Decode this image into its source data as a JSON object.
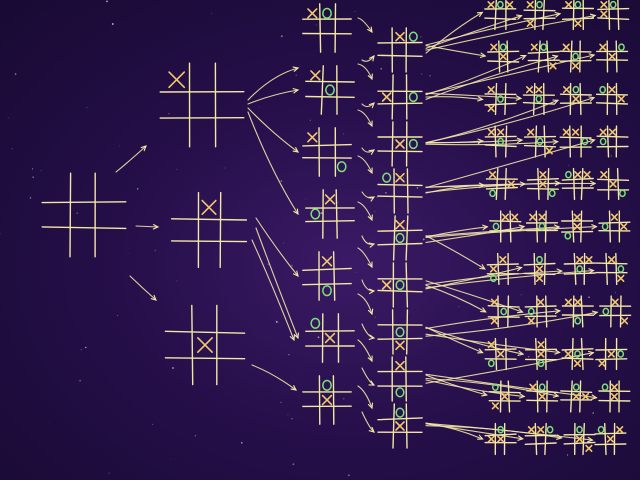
{
  "diagram": {
    "type": "tic-tac-toe game tree",
    "colors": {
      "background": "#260f4a",
      "grid": "#f3e7a6",
      "x_mark": "#f2c86c",
      "o_mark": "#7be07a",
      "arrows": "#f3e7a6"
    },
    "levels": [
      {
        "depth": 0,
        "boards": [
          {
            "cells": [
              "",
              "",
              "",
              "",
              "",
              "",
              "",
              "",
              ""
            ]
          }
        ]
      },
      {
        "depth": 1,
        "boards": [
          {
            "cells": [
              "X",
              "",
              "",
              "",
              "",
              "",
              "",
              "",
              ""
            ]
          },
          {
            "cells": [
              "",
              "X",
              "",
              "",
              "",
              "",
              "",
              "",
              ""
            ]
          },
          {
            "cells": [
              "",
              "",
              "",
              "",
              "X",
              "",
              "",
              "",
              ""
            ]
          }
        ]
      },
      {
        "depth": 2,
        "boards": [
          {
            "cells": [
              "X",
              "O",
              "",
              "",
              "",
              "",
              "",
              "",
              ""
            ]
          },
          {
            "cells": [
              "X",
              "",
              "",
              "",
              "O",
              "",
              "",
              "",
              ""
            ]
          },
          {
            "cells": [
              "X",
              "",
              "",
              "",
              "",
              "",
              "",
              "",
              "O"
            ]
          },
          {
            "cells": [
              "",
              "X",
              "",
              "O",
              "",
              "",
              "",
              "",
              ""
            ]
          },
          {
            "cells": [
              "",
              "X",
              "",
              "",
              "",
              "",
              "",
              "O",
              ""
            ]
          },
          {
            "cells": [
              "O",
              "",
              "",
              "",
              "X",
              "",
              "",
              "",
              ""
            ]
          },
          {
            "cells": [
              "",
              "O",
              "",
              "",
              "X",
              "",
              "",
              "",
              ""
            ]
          }
        ]
      },
      {
        "depth": 3,
        "boards": [
          {
            "cells": [
              "",
              "X",
              "O",
              "",
              "",
              "",
              "",
              "",
              ""
            ]
          },
          {
            "cells": [
              "",
              "",
              "",
              "X",
              "",
              "O",
              "",
              "",
              ""
            ]
          },
          {
            "cells": [
              "",
              "",
              "",
              "",
              "X",
              "O",
              "",
              "",
              ""
            ]
          },
          {
            "cells": [
              "O",
              "X",
              "",
              "",
              "",
              "",
              "",
              "",
              ""
            ]
          },
          {
            "cells": [
              "",
              "X",
              "",
              "",
              "O",
              "",
              "",
              "",
              ""
            ]
          },
          {
            "cells": [
              "",
              "",
              "",
              "X",
              "O",
              "",
              "",
              "",
              ""
            ]
          },
          {
            "cells": [
              "",
              "",
              "",
              "",
              "O",
              "",
              "",
              "X",
              ""
            ]
          },
          {
            "cells": [
              "",
              "X",
              "",
              "",
              "",
              "",
              "",
              "O",
              ""
            ]
          },
          {
            "cells": [
              "",
              "O",
              "",
              "",
              "X",
              "",
              "",
              "",
              ""
            ]
          }
        ]
      },
      {
        "depth": 4,
        "columns": 4,
        "rows": 11,
        "boards": [
          {
            "cells": [
              "X",
              "O",
              "X",
              "",
              "",
              "",
              "",
              "",
              ""
            ]
          },
          {
            "cells": [
              "X",
              "O",
              "",
              "",
              "",
              "",
              "X",
              "",
              ""
            ]
          },
          {
            "cells": [
              "X",
              "O",
              "",
              "",
              "",
              "",
              "",
              "X",
              ""
            ]
          },
          {
            "cells": [
              "X",
              "O",
              "",
              "X",
              "",
              "",
              "",
              "",
              ""
            ]
          },
          {
            "cells": [
              "X",
              "O",
              "",
              "",
              "X",
              "",
              "",
              "",
              ""
            ]
          },
          {
            "cells": [
              "X",
              "O",
              "",
              "",
              "",
              "",
              "",
              "",
              "X"
            ]
          },
          {
            "cells": [
              "X",
              "",
              "",
              "",
              "O",
              "",
              "",
              "X",
              ""
            ]
          },
          {
            "cells": [
              "X",
              "",
              "O",
              "",
              "X",
              "",
              "",
              "",
              ""
            ]
          },
          {
            "cells": [
              "X",
              "",
              "",
              "",
              "O",
              "",
              "X",
              "",
              ""
            ]
          },
          {
            "cells": [
              "X",
              "X",
              "",
              "",
              "O",
              "",
              "",
              "",
              ""
            ]
          },
          {
            "cells": [
              "X",
              "O",
              "",
              "",
              "X",
              "",
              "",
              "",
              ""
            ]
          },
          {
            "cells": [
              "O",
              "X",
              "",
              "",
              "",
              "X",
              "",
              "",
              ""
            ]
          },
          {
            "cells": [
              "X",
              "X",
              "",
              "",
              "O",
              "",
              "",
              "",
              ""
            ]
          },
          {
            "cells": [
              "X",
              "",
              "",
              "",
              "O",
              "",
              "",
              "",
              "X"
            ]
          },
          {
            "cells": [
              "X",
              "X",
              "",
              "",
              "",
              "O",
              "",
              "",
              ""
            ]
          },
          {
            "cells": [
              "X",
              "X",
              "",
              "O",
              "",
              "",
              "",
              "",
              ""
            ]
          },
          {
            "cells": [
              "X",
              "",
              "",
              "",
              "",
              "X",
              "O",
              "",
              ""
            ]
          },
          {
            "cells": [
              "",
              "X",
              "",
              "",
              "X",
              "",
              "",
              "",
              "O"
            ]
          },
          {
            "cells": [
              "O",
              "X",
              "X",
              "",
              "",
              "",
              "",
              "",
              ""
            ]
          },
          {
            "cells": [
              "X",
              "",
              "",
              "",
              "X",
              "",
              "",
              "",
              "O"
            ]
          },
          {
            "cells": [
              "",
              "X",
              "X",
              "O",
              "",
              "",
              "",
              "",
              ""
            ]
          },
          {
            "cells": [
              "X",
              "X",
              "",
              "",
              "O",
              "",
              "",
              "",
              ""
            ]
          },
          {
            "cells": [
              "",
              "X",
              "",
              "",
              "X",
              "",
              "O",
              "",
              ""
            ]
          },
          {
            "cells": [
              "",
              "X",
              "",
              "O",
              "",
              "X",
              "",
              "",
              ""
            ]
          },
          {
            "cells": [
              "",
              "X",
              "",
              "X",
              "",
              "",
              "O",
              "",
              ""
            ]
          },
          {
            "cells": [
              "",
              "O",
              "",
              "",
              "X",
              "",
              "",
              "X",
              ""
            ]
          },
          {
            "cells": [
              "",
              "X",
              "X",
              "",
              "O",
              "",
              "",
              "",
              ""
            ]
          },
          {
            "cells": [
              "",
              "X",
              "",
              "",
              "",
              "O",
              "",
              "",
              "X"
            ]
          },
          {
            "cells": [
              "X",
              "",
              "",
              "",
              "O",
              "",
              "X",
              "",
              ""
            ]
          },
          {
            "cells": [
              "",
              "X",
              "",
              "O",
              "",
              "",
              "X",
              "",
              ""
            ]
          },
          {
            "cells": [
              "X",
              "X",
              "",
              "",
              "",
              "",
              "",
              "O",
              ""
            ]
          },
          {
            "cells": [
              "",
              "X",
              "",
              "O",
              "",
              "",
              "",
              "",
              "X"
            ]
          },
          {
            "cells": [
              "X",
              "",
              "",
              "",
              "X",
              "",
              "O",
              "",
              ""
            ]
          },
          {
            "cells": [
              "",
              "X",
              "",
              "",
              "X",
              "",
              "",
              "O",
              ""
            ]
          },
          {
            "cells": [
              "",
              "",
              "",
              "X",
              "O",
              "",
              "",
              "X",
              ""
            ]
          },
          {
            "cells": [
              "",
              "",
              "",
              "",
              "X",
              "O",
              "X",
              "",
              ""
            ]
          },
          {
            "cells": [
              "O",
              "",
              "",
              "",
              "X",
              "",
              "X",
              "",
              ""
            ]
          },
          {
            "cells": [
              "X",
              "O",
              "",
              "",
              "X",
              "",
              "",
              "",
              ""
            ]
          },
          {
            "cells": [
              "",
              "O",
              "",
              "",
              "X",
              "X",
              "",
              "",
              ""
            ]
          },
          {
            "cells": [
              "O",
              "X",
              "",
              "",
              "X",
              "",
              "",
              "",
              ""
            ]
          },
          {
            "cells": [
              "",
              "O",
              "",
              "X",
              "X",
              "",
              "",
              "",
              ""
            ]
          },
          {
            "cells": [
              "X",
              "X",
              "O",
              "",
              "",
              "",
              "",
              "",
              ""
            ]
          },
          {
            "cells": [
              "",
              "O",
              "",
              "",
              "X",
              "",
              "",
              "",
              "X"
            ]
          },
          {
            "cells": [
              "O",
              "",
              "X",
              "",
              "X",
              "",
              "",
              "",
              ""
            ]
          }
        ]
      }
    ]
  }
}
